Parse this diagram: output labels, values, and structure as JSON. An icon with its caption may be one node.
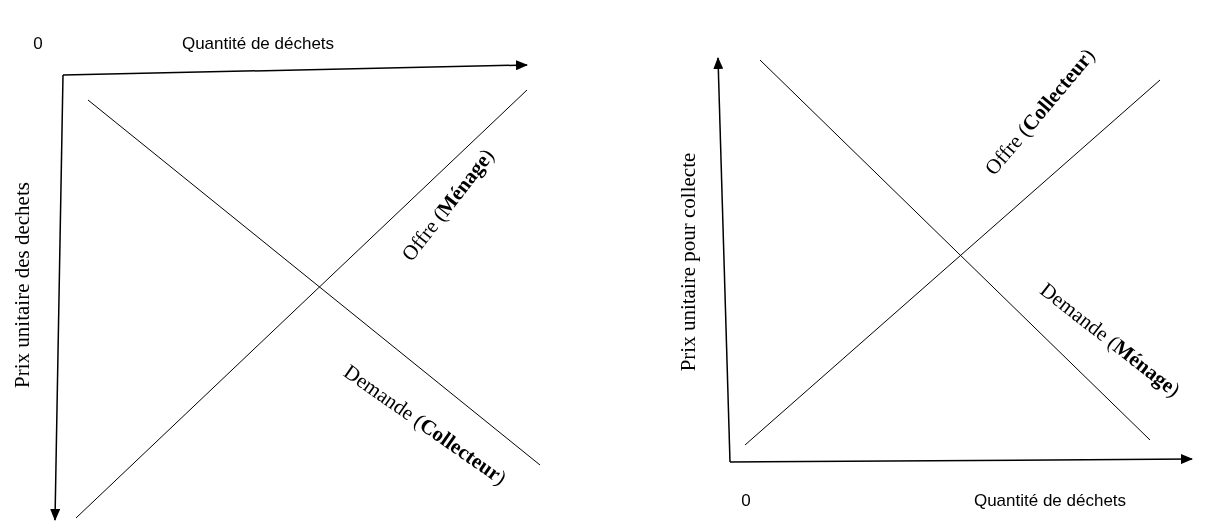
{
  "diagram": {
    "labels": [
      "0",
      "Quantité de déchets",
      "Prix unitaire des dechets",
      "Offre (**Ménage**)",
      "Demande (**Collecteur**)",
      "Offre (**Collecteur**)",
      "Prix unitaire pour  collecte",
      "Demande (**Ménage**)",
      "0",
      "Quantité de déchets"
    ]
  }
}
